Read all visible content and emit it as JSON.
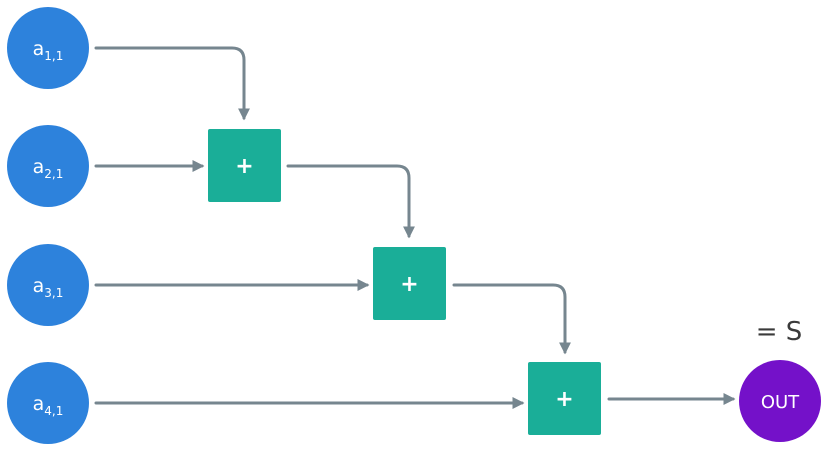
{
  "colors": {
    "input_node": "#2d82dc",
    "operator": "#1aae98",
    "output_node": "#7411c9",
    "edge": "#76868f",
    "result_text": "#3a3a3a"
  },
  "inputs": [
    {
      "base": "a",
      "sub": "1,1"
    },
    {
      "base": "a",
      "sub": "2,1"
    },
    {
      "base": "a",
      "sub": "3,1"
    },
    {
      "base": "a",
      "sub": "4,1"
    }
  ],
  "operators": [
    {
      "symbol": "+"
    },
    {
      "symbol": "+"
    },
    {
      "symbol": "+"
    }
  ],
  "output": {
    "label": "OUT"
  },
  "result": {
    "text": "= S"
  }
}
